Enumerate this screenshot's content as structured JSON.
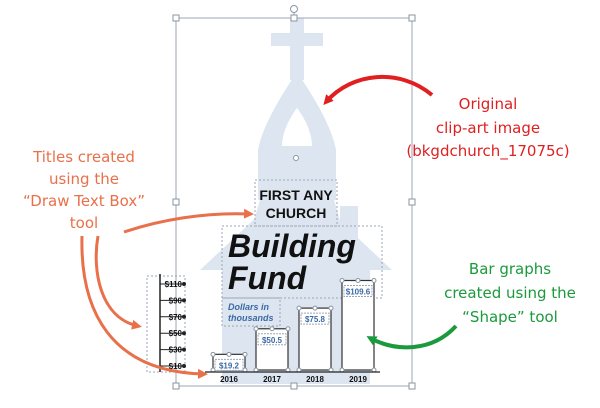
{
  "church_title": {
    "line1": "FIRST ANY",
    "line2": "CHURCH"
  },
  "fund_title": {
    "line1": "Building",
    "line2": "Fund"
  },
  "units_label": {
    "line1": "Dollars in",
    "line2": "thousands"
  },
  "y_axis_ticks": [
    "$110",
    "$90",
    "$70",
    "$50",
    "$30",
    "$10"
  ],
  "chart_data": {
    "type": "bar",
    "categories": [
      "2016",
      "2017",
      "2018",
      "2019"
    ],
    "values": [
      19.2,
      50.5,
      75.8,
      109.6
    ],
    "value_labels": [
      "$19.2",
      "$50.5",
      "$75.8",
      "$109.6"
    ],
    "ylim": [
      0,
      120
    ]
  },
  "annotations": {
    "original_image": {
      "lines": [
        "Original",
        "clip-art image",
        "(bkgdchurch_17075c)"
      ],
      "color": "#e02020"
    },
    "titles_note": {
      "lines": [
        "Titles created",
        "using the",
        "“Draw Text Box”",
        "tool"
      ],
      "color": "#e8704a"
    },
    "bars_note": {
      "lines": [
        "Bar graphs",
        "created using the",
        "“Shape” tool"
      ],
      "color": "#1a9a3c"
    }
  },
  "colors": {
    "church": "#dde6f0",
    "label_blue": "#3a6aa6",
    "selection": "#9aa7b4"
  }
}
